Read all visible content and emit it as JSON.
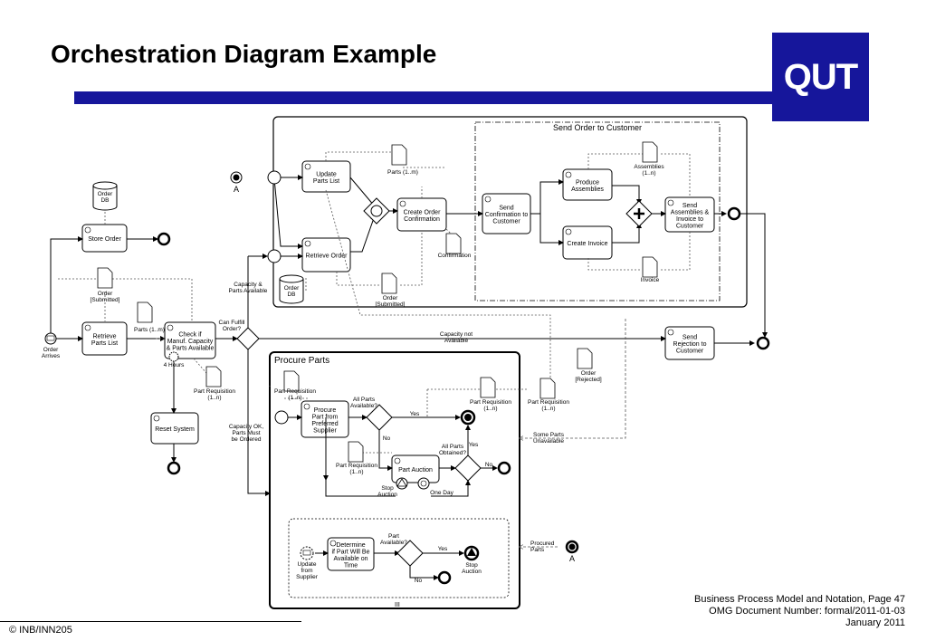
{
  "slide": {
    "title": "Orchestration Diagram Example",
    "logo": "QUT",
    "copyright": "© INB/INN205",
    "citation": [
      "Business Process Model and Notation, Page 47",
      "OMG Document Number: formal/2011-01-03",
      "January 2011"
    ]
  },
  "diagram": {
    "subprocesses": {
      "send_order": "Send Order to Customer",
      "procure_parts": "Procure Parts"
    },
    "tasks": {
      "store_order": [
        "Store Order"
      ],
      "retrieve_parts_list": [
        "Retrieve",
        "Parts List"
      ],
      "check_capacity": [
        "Check if",
        "Manuf. Capacity",
        "& Parts Available"
      ],
      "reset_system": [
        "Reset System"
      ],
      "update_parts_list": [
        "Update",
        "Parts List"
      ],
      "retrieve_order": [
        "Retrieve Order"
      ],
      "create_order_confirmation": [
        "Create Order",
        "Confirmation"
      ],
      "send_confirmation": [
        "Send",
        "Confirmation to",
        "Customer"
      ],
      "produce_assemblies": [
        "Produce",
        "Assemblies"
      ],
      "create_invoice": [
        "Create Invoice"
      ],
      "send_assemblies": [
        "Send",
        "Assemblies &",
        "Invoice to",
        "Customer"
      ],
      "send_rejection": [
        "Send",
        "Rejection to",
        "Customer"
      ],
      "procure_preferred": [
        "Procure",
        "Part from",
        "Preferred",
        "Supplier"
      ],
      "part_auction": [
        "Part Auction"
      ],
      "determine_time": [
        "Determine",
        "if Part Will Be",
        "Available on",
        "Time"
      ]
    },
    "data": {
      "order_db_top": [
        "Order",
        "DB"
      ],
      "order_db_mid": [
        "Order",
        "DB"
      ],
      "order_submitted_left": [
        "Order",
        "[Submitted]"
      ],
      "order_submitted_mid": [
        "Order",
        "[Submitted]"
      ],
      "parts_left": [
        "Parts (1..m)"
      ],
      "parts_top": [
        "Parts (1..m)"
      ],
      "confirmation": [
        "Confirmation"
      ],
      "assemblies": [
        "Assemblies",
        "(1..n)"
      ],
      "invoice": [
        "Invoice"
      ],
      "part_req_a": [
        "Part Requisition",
        "(1..n)"
      ],
      "part_req_b": [
        "Part Requisition",
        "(1..n)"
      ],
      "part_req_c": [
        "Part Requisition",
        "(1..n)"
      ],
      "part_req_d": [
        "Part Requisition",
        "(1..n)"
      ],
      "part_req_e": [
        "Part Requisition",
        "(1..n)"
      ],
      "order_rejected": [
        "Order",
        "[Rejected]"
      ]
    },
    "events": {
      "order_arrives": [
        "Order",
        "Arrives"
      ],
      "link_a_top": "A",
      "link_a_bottom": "A",
      "four_hours": "4 Hours",
      "stop_auction_boundary": [
        "Stop",
        "Auction"
      ],
      "one_day": "One Day",
      "stop_auction_end": [
        "Stop",
        "Auction"
      ],
      "update_supplier": [
        "Update",
        "from",
        "Supplier"
      ]
    },
    "labels": {
      "can_fulfill": [
        "Can Fulfill",
        "Order?"
      ],
      "capacity_parts_available": [
        "Capacity &",
        "Parts Available"
      ],
      "capacity_not_available": [
        "Capacity not",
        "Available"
      ],
      "capacity_ok": [
        "Capacity OK,",
        "Parts Must",
        "be Ordered"
      ],
      "all_parts_available": [
        "All Parts",
        "Available?"
      ],
      "yes1": "Yes",
      "no1": "No",
      "all_parts_obtained": [
        "All Parts",
        "Obtained?"
      ],
      "yes2": "Yes",
      "no2": "No",
      "some_parts_unavailable": [
        "Some Parts",
        "Unavailable"
      ],
      "part_available": [
        "Part",
        "Available?"
      ],
      "yes3": "Yes",
      "no3": "No",
      "procured_parts": [
        "Procured",
        "Parts"
      ]
    }
  }
}
